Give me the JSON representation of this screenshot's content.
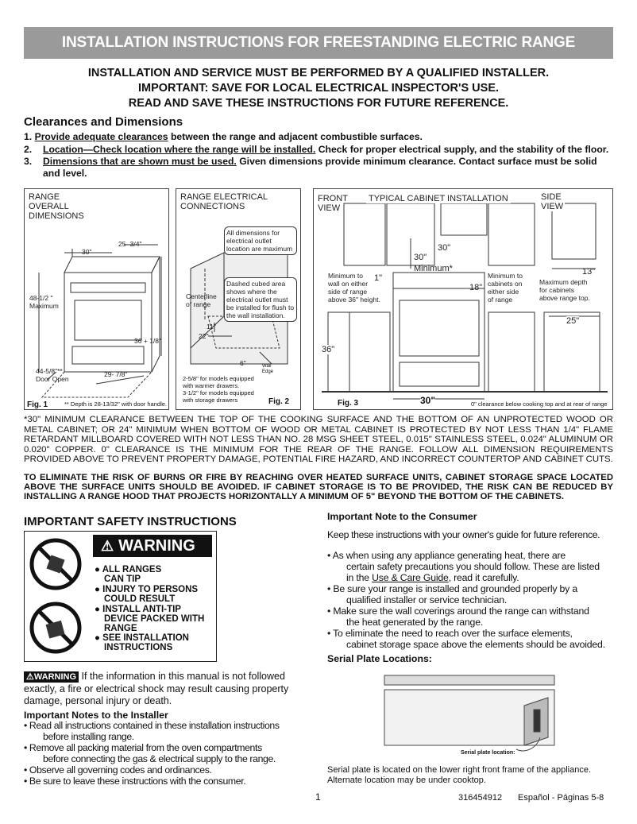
{
  "banner": "INSTALLATION INSTRUCTIONS FOR FREESTANDING ELECTRIC RANGE",
  "header": {
    "line1": "INSTALLATION AND SERVICE MUST BE PERFORMED BY A QUALIFIED INSTALLER.",
    "line2": "IMPORTANT: SAVE FOR LOCAL ELECTRICAL INSPECTOR'S USE.",
    "line3": "READ AND SAVE THESE INSTRUCTIONS FOR FUTURE REFERENCE."
  },
  "clearances": {
    "title": "Clearances and Dimensions",
    "item1_num": "1.",
    "item1_u": "Provide adequate clearances",
    "item1_rest": " between the range and adjacent combustible surfaces.",
    "item2_num": "2.",
    "item2_u": "Location—Check location where the range will be installed.",
    "item2_rest": " Check for proper electrical supply, and the stability of the floor.",
    "item3_num": "3.",
    "item3_u": "Dimensions that are shown must be used.",
    "item3_rest": " Given dimensions provide minimum clearance. Contact surface must be solid",
    "item3_rest2": "and level."
  },
  "fig1": {
    "title1": "RANGE",
    "title2": "OVERALL",
    "title3": "DIMENSIONS",
    "d_30": "30\"",
    "d_25": "25- 3/4\"",
    "d_48a": "48-1/2 \"",
    "d_48b": "Maximum",
    "d_36": "36 + 1/8\"",
    "d_44a": "44-5/8\"**",
    "d_44b": "Door Open",
    "d_29": "29- 7/8\"",
    "fig": "Fig. 1",
    "note": "** Depth is 28-13/32\" with door handle."
  },
  "fig2": {
    "title1": "RANGE ELECTRICAL",
    "title2": "CONNECTIONS",
    "callout1": "All dimensions for electrical outlet location are maximum",
    "callout2": "Dashed cubed area shows where the electrical outlet must be installed for flush to the wall installation.",
    "cl1": "Centerline",
    "cl2": "of range",
    "d11": "11\"",
    "d22": "22\"",
    "d6": "6\"",
    "wall1": "Wall",
    "wall2": "Edge",
    "note1": "2-5/8\" for models equipped",
    "note2": "with warmer drawers.",
    "note3": "3-1/2\" for models equipped",
    "note4": "with storage drawers",
    "fig": "Fig. 2"
  },
  "fig3": {
    "front1": "FRONT",
    "front2": "VIEW",
    "typical": "TYPICAL CABINET INSTALLATION",
    "side1": "SIDE",
    "side2": "VIEW",
    "d30top": "30\"",
    "d30": "30\"",
    "minimum": "Minimum",
    "star": "*",
    "d1": "1\"",
    "d18": "18\"",
    "d13": "13\"",
    "d25": "25\"",
    "d36": "36\"",
    "d30b": "30\"",
    "min_wall1": "Minimum to",
    "min_wall2": "wall on either",
    "min_wall3": "side of range",
    "min_wall4": "above 36\" height.",
    "min_cab1": "Minimum to",
    "min_cab2": "cabinets on",
    "min_cab3": "either side",
    "min_cab4": "of range",
    "max1": "Maximum depth",
    "max2": "for cabinets",
    "max3": "above range top.",
    "fig": "Fig. 3",
    "note": "0\" clearance below cooking top and at rear of range"
  },
  "clearance_para": "*30\" MINIMUM CLEARANCE BETWEEN THE TOP OF THE COOKING SURFACE AND THE BOTTOM OF AN UNPROTECTED WOOD OR METAL CABINET; OR 24\" MINIMUM WHEN BOTTOM OF WOOD OR METAL CABINET IS PROTECTED BY NOT LESS THAN 1/4\" FLAME RETARDANT MILLBOARD COVERED WITH NOT LESS THAN NO. 28 MSG SHEET STEEL, 0.015\" STAINLESS STEEL, 0.024\" ALUMINUM OR 0.020\" COPPER. 0\" CLEARANCE IS THE MINIMUM FOR THE REAR OF THE RANGE. FOLLOW ALL DIMENSION REQUIREMENTS PROVIDED ABOVE TO PREVENT PROPERTY DAMAGE, POTENTIAL FIRE HAZARD, AND INCORRECT COUNTERTOP AND CABINET CUTS.",
  "risk_para": "TO ELIMINATE THE RISK OF BURNS OR FIRE BY REACHING OVER HEATED SURFACE UNITS, CABINET STORAGE SPACE LOCATED ABOVE THE SURFACE UNITS SHOULD BE AVOIDED. IF CABINET STORAGE IS TO BE PROVIDED, THE RISK CAN BE REDUCED BY INSTALLING A RANGE HOOD THAT PROJECTS HORIZONTALLY A MINIMUM OF 5\" BEYOND THE BOTTOM OF THE CABINETS.",
  "safety": {
    "title": "IMPORTANT SAFETY INSTRUCTIONS",
    "warning": "WARNING",
    "w1a": "ALL RANGES",
    "w1b": "CAN TIP",
    "w2a": "INJURY TO PERSONS",
    "w2b": "COULD RESULT",
    "w3a": "INSTALL ANTI-TIP",
    "w3b": "DEVICE PACKED WITH",
    "w3c": "RANGE",
    "w4a": "SEE INSTALLATION",
    "w4b": "INSTRUCTIONS",
    "badge": "WARNING",
    "para": " If the information in this manual is not followed exactly, a fire or electrical shock may result causing property damage, personal injury or death.",
    "notes_title": "Important Notes to the Installer",
    "n1a": "• Read all instructions contained in these installation instructions",
    "n1b": "before installing range.",
    "n2a": "• Remove all packing material from the oven compartments",
    "n2b": "before connecting the gas & electrical supply to the range.",
    "n3": "• Observe all governing codes and ordinances.",
    "n4": "• Be sure to leave these instructions with the consumer."
  },
  "consumer": {
    "title": "Important Note to the Consumer",
    "keep": "Keep these instructions with your owner's guide for future reference.",
    "b1a": "• As when using any appliance generating heat, there are",
    "b1b": "certain safety precautions you should follow. These are listed",
    "b1c_pre": "in the ",
    "b1c_u": "Use & Care Guide",
    "b1c_post": ", read it carefully.",
    "b2a": "• Be sure your range is installed and grounded properly by a",
    "b2b": "qualified installer or service technician.",
    "b3a": "• Make sure the wall coverings around the range can withstand",
    "b3b": "the heat generated by the range.",
    "b4a": "• To eliminate the need to reach over the surface elements,",
    "b4b": "cabinet storage space above the elements should be avoided.",
    "serial_title": "Serial Plate Locations:",
    "serial_label": "Serial plate location:",
    "serial1": "Serial plate is located on the lower right front frame of the appliance.",
    "serial2": "Alternate location may be under cooktop."
  },
  "footer": {
    "page": "1",
    "code": "316454912",
    "spanish": "Español - Páginas 5-8"
  }
}
